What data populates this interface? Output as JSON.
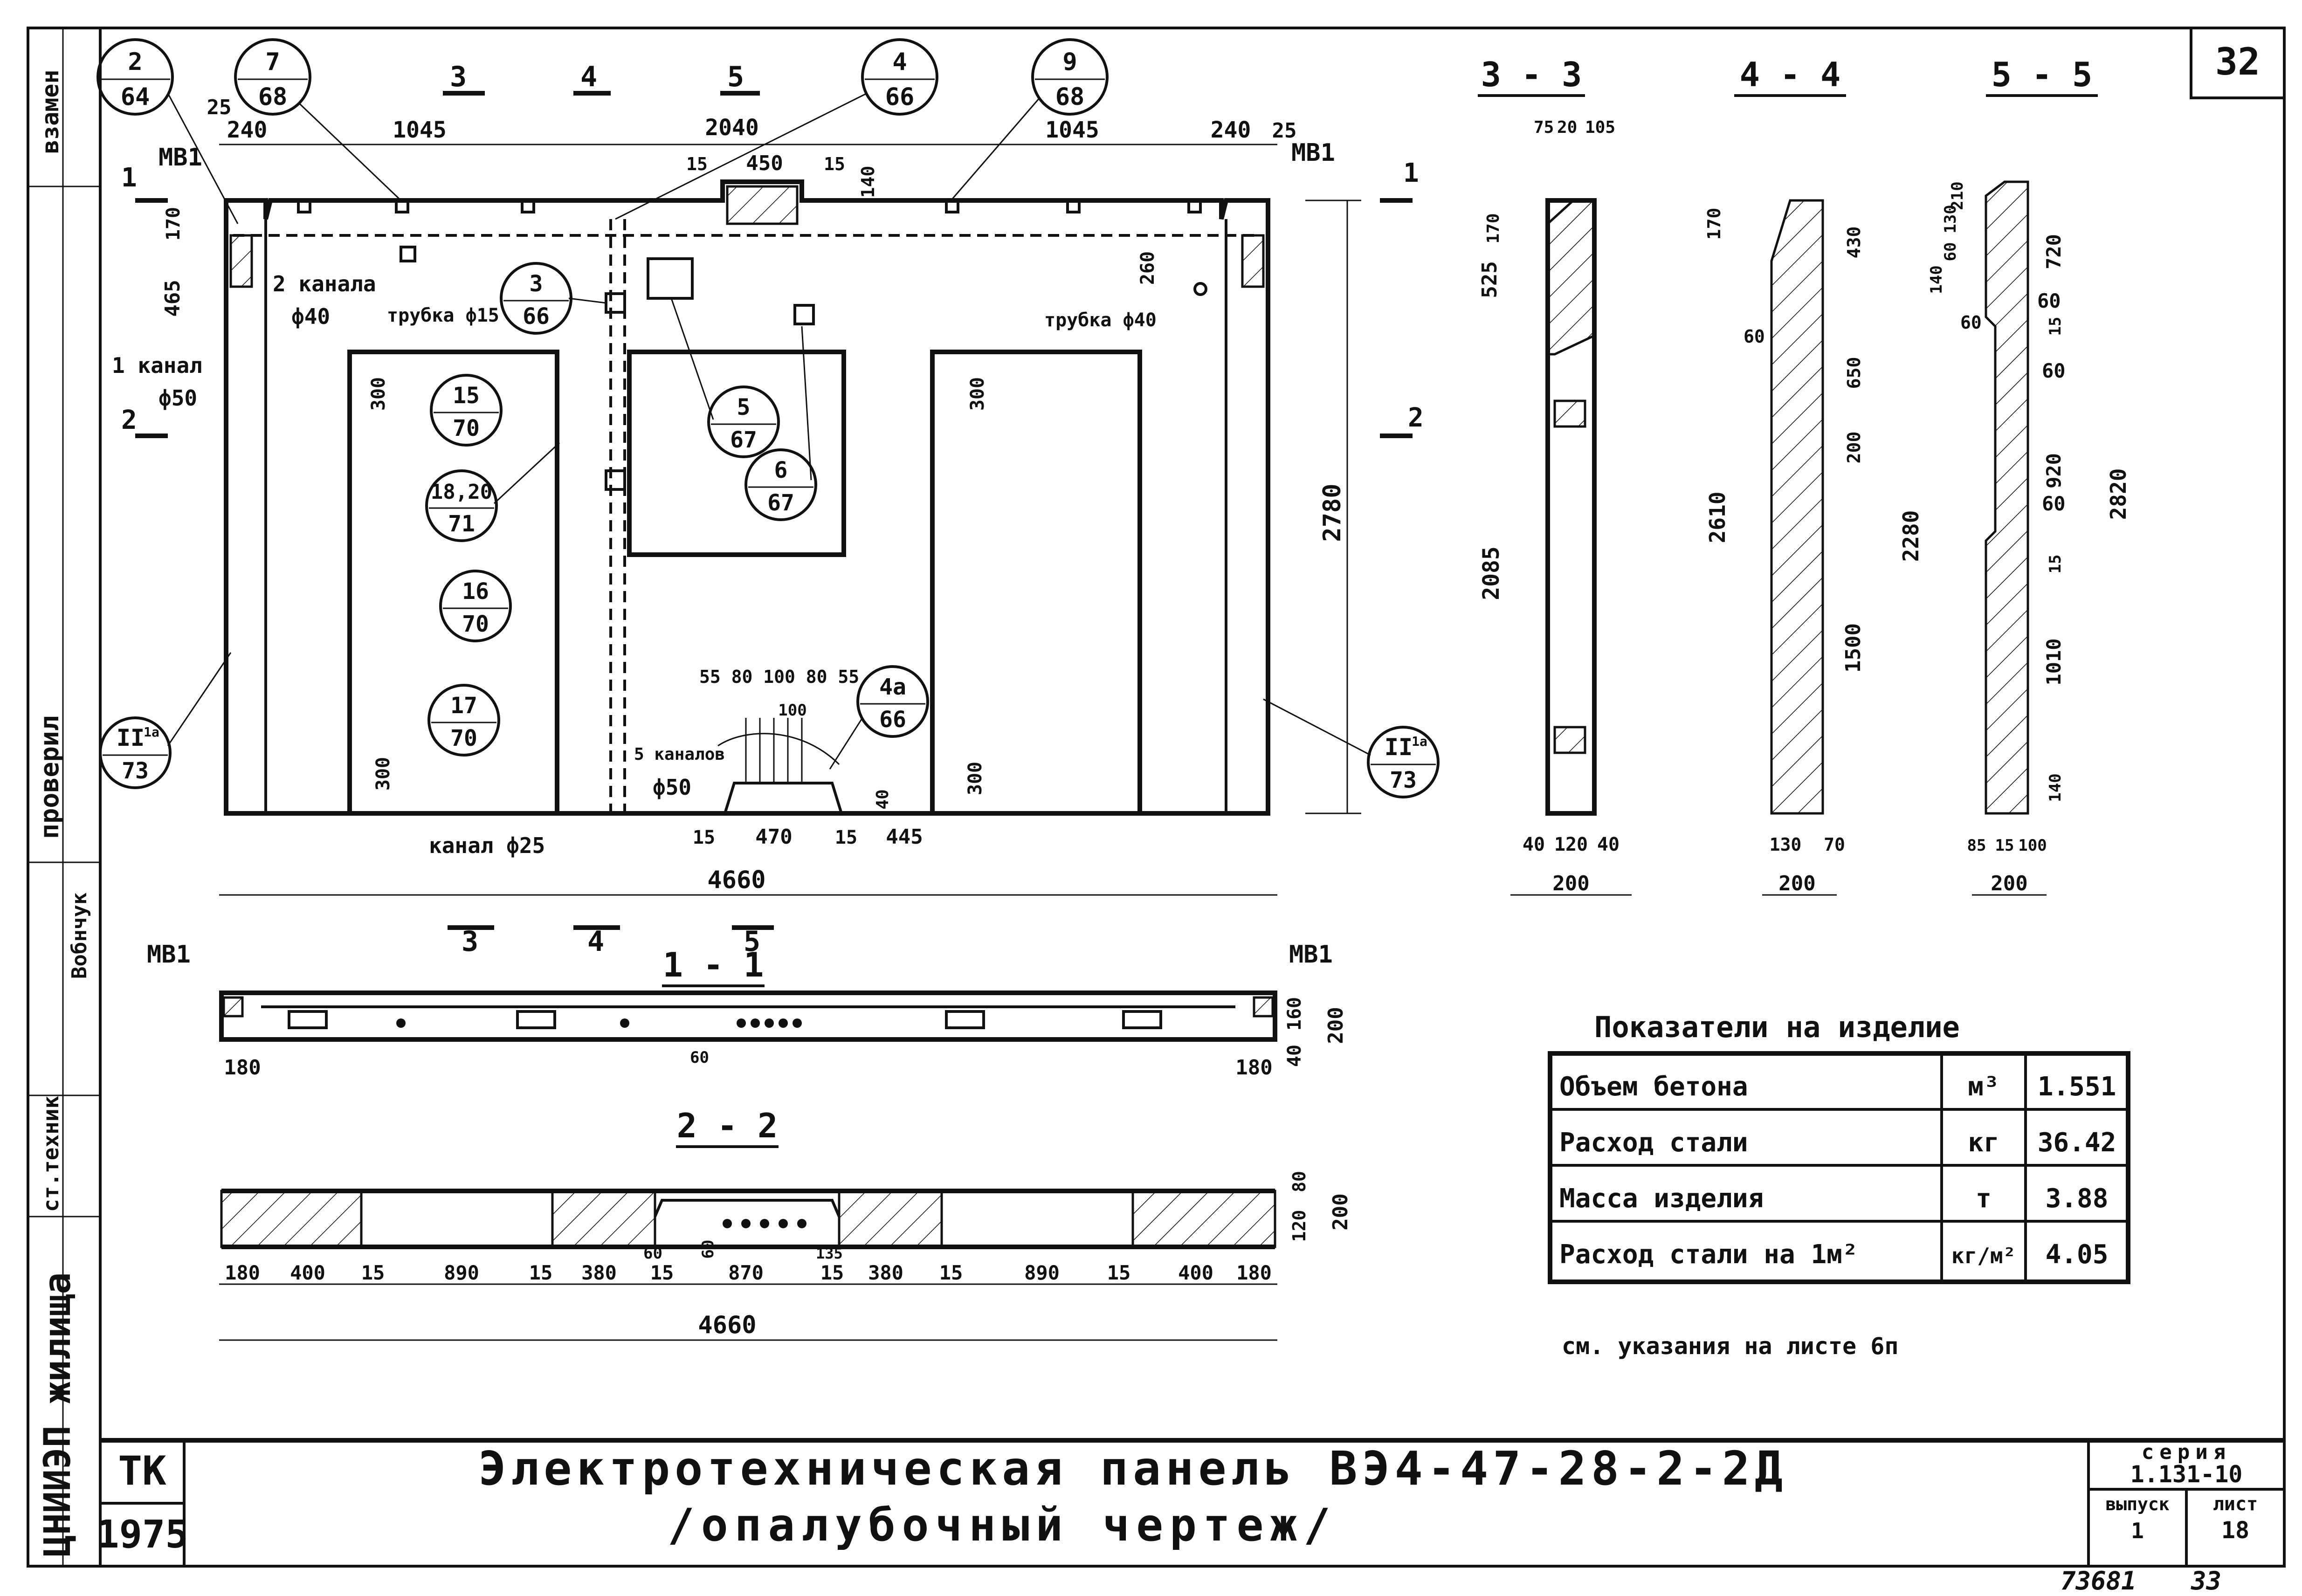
{
  "sheet": {
    "number_top": "32",
    "stamp_left": "ТК",
    "year": "1975",
    "title_line1": "Электротехническая панель ВЭ4-47-28-2-2Д",
    "title_line2": "/опалубочный чертеж/",
    "series_label": "серия",
    "series_value": "1.131-10",
    "issue_label": "выпуск",
    "issue_value": "1",
    "sheet_label": "лист",
    "sheet_value": "18",
    "handwritten_1": "73681",
    "handwritten_2": "33",
    "note": "см. указания на листе 6п"
  },
  "side_stamp": {
    "vzamen": "взамен",
    "proveril": "проверил",
    "checker": "Вобнчук",
    "techn": "ст.техник",
    "org": "ЦНИИЭП жилища"
  },
  "elevation": {
    "dims_top": [
      "240",
      "1045",
      "2040",
      "1045",
      "240",
      "25",
      "25"
    ],
    "dims_top_small": [
      "15",
      "450",
      "15",
      "140"
    ],
    "dims_left": [
      "170",
      "465"
    ],
    "height_right": "2780",
    "dim_260": "260",
    "dim_300": "300",
    "overall_width": "4660",
    "bottom_dims": [
      "15",
      "470",
      "15",
      "445"
    ],
    "bottom_dim_40": "40",
    "top_channel_dims": "55 80 100 80 55",
    "top_channel_100": "100",
    "labels": {
      "mb1_left": "МВ1",
      "mb1_right": "МВ1",
      "two_channels": "2 канала",
      "phi40": "ф40",
      "one_channel": "1 канал",
      "phi50": "ф50",
      "tube15": "трубка ф15",
      "tube40": "трубка ф40",
      "five_channels": "5 каналов",
      "phi50b": "ф50",
      "channel25": "канал ф25"
    },
    "section_marks": [
      "1",
      "1",
      "2",
      "2",
      "3",
      "4",
      "5",
      "3",
      "4",
      "5"
    ],
    "callouts": [
      {
        "top": "2",
        "bottom": "64"
      },
      {
        "top": "7",
        "bottom": "68"
      },
      {
        "top": "4",
        "bottom": "66"
      },
      {
        "top": "9",
        "bottom": "68"
      },
      {
        "top": "3",
        "bottom": "66"
      },
      {
        "top": "15",
        "bottom": "70"
      },
      {
        "top": "18,20",
        "bottom": "71"
      },
      {
        "top": "16",
        "bottom": "70"
      },
      {
        "top": "17",
        "bottom": "70"
      },
      {
        "top": "5",
        "bottom": "67"
      },
      {
        "top": "6",
        "bottom": "67"
      },
      {
        "top": "4а",
        "bottom": "66"
      },
      {
        "top": "II",
        "bottom": "73"
      },
      {
        "top": "II",
        "bottom": "73"
      }
    ],
    "callout_sup": "1а"
  },
  "sections": {
    "s33": {
      "title": "3 - 3",
      "dims": [
        "75",
        "20",
        "105",
        "170",
        "525",
        "2085",
        "40",
        "120",
        "40",
        "200"
      ]
    },
    "s44": {
      "title": "4 - 4",
      "dims": [
        "170",
        "430",
        "650",
        "200",
        "1500",
        "2610",
        "60",
        "130",
        "70",
        "200"
      ]
    },
    "s55": {
      "title": "5 - 5",
      "dims": [
        "140",
        "60",
        "130",
        "210",
        "720",
        "15",
        "60",
        "920",
        "60",
        "15",
        "1010",
        "140",
        "2280",
        "2820",
        "60",
        "60",
        "85",
        "15",
        "100",
        "200"
      ]
    },
    "s11": {
      "title": "1 - 1",
      "dims": [
        "180",
        "180",
        "160",
        "40",
        "200",
        "60"
      ],
      "mb1_left": "МВ1",
      "mb1_right": "МВ1"
    },
    "s22": {
      "title": "2 - 2",
      "dims": [
        "180",
        "400",
        "15",
        "890",
        "15",
        "380",
        "15",
        "870",
        "15",
        "380",
        "15",
        "890",
        "15",
        "400",
        "180"
      ],
      "overall": "4660",
      "right": [
        "80",
        "120",
        "200"
      ],
      "small": [
        "60",
        "60",
        "135"
      ]
    }
  },
  "indicators": {
    "title": "Показатели на изделие",
    "rows": [
      {
        "label": "Объем бетона",
        "unit": "м³",
        "value": "1.551"
      },
      {
        "label": "Расход стали",
        "unit": "кг",
        "value": "36.42"
      },
      {
        "label": "Масса изделия",
        "unit": "т",
        "value": "3.88"
      },
      {
        "label": "Расход стали на 1м²",
        "unit": "кг/м²",
        "value": "4.05"
      }
    ]
  }
}
